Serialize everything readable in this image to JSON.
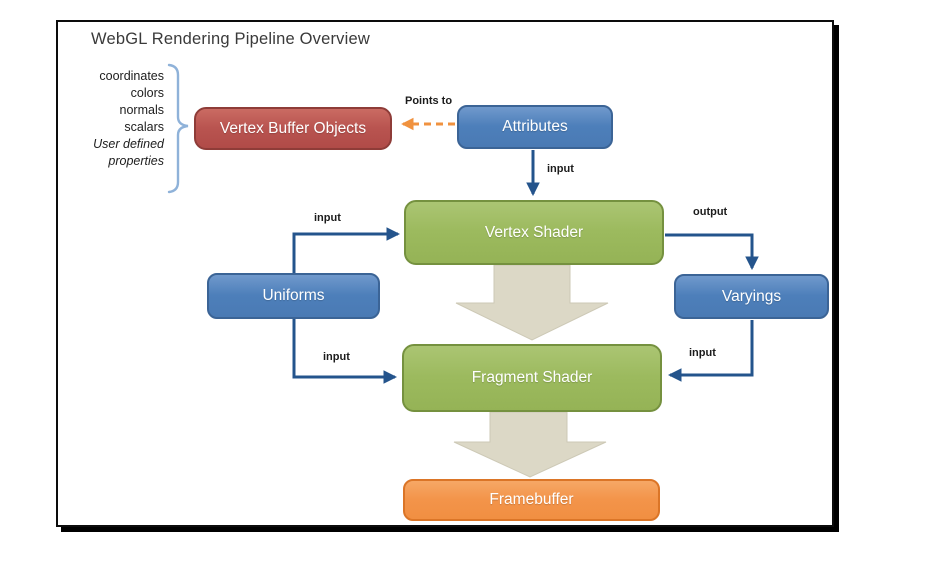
{
  "title": "WebGL Rendering Pipeline Overview",
  "vbo_inputs": {
    "items": [
      "coordinates",
      "colors",
      "normals",
      "scalars",
      "User defined",
      "properties"
    ]
  },
  "nodes": {
    "vbo": {
      "label": "Vertex Buffer Objects",
      "color": "#b95450"
    },
    "attributes": {
      "label": "Attributes",
      "color": "#4d7fba"
    },
    "vertex_shader": {
      "label": "Vertex Shader",
      "color": "#9cba5e"
    },
    "uniforms": {
      "label": "Uniforms",
      "color": "#4d7fba"
    },
    "varyings": {
      "label": "Varyings",
      "color": "#4d7fba"
    },
    "fragment_shader": {
      "label": "Fragment Shader",
      "color": "#9cba5e"
    },
    "framebuffer": {
      "label": "Framebuffer",
      "color": "#f3944a"
    }
  },
  "edges": {
    "attributes_to_vbo": {
      "label": "Points to",
      "style": "dashed-orange"
    },
    "attributes_to_vertex_shader": {
      "label": "input"
    },
    "uniforms_to_vertex_shader": {
      "label": "input"
    },
    "uniforms_to_fragment_shader": {
      "label": "input"
    },
    "vertex_shader_to_varyings": {
      "label": "output"
    },
    "varyings_to_fragment_shader": {
      "label": "input"
    }
  },
  "colors": {
    "connector_blue": "#24548c",
    "dashed_orange": "#f0923f",
    "block_arrow_beige": "#dcd8c6",
    "brace_blue": "#8fb2d9",
    "frame_border": "#000000"
  }
}
